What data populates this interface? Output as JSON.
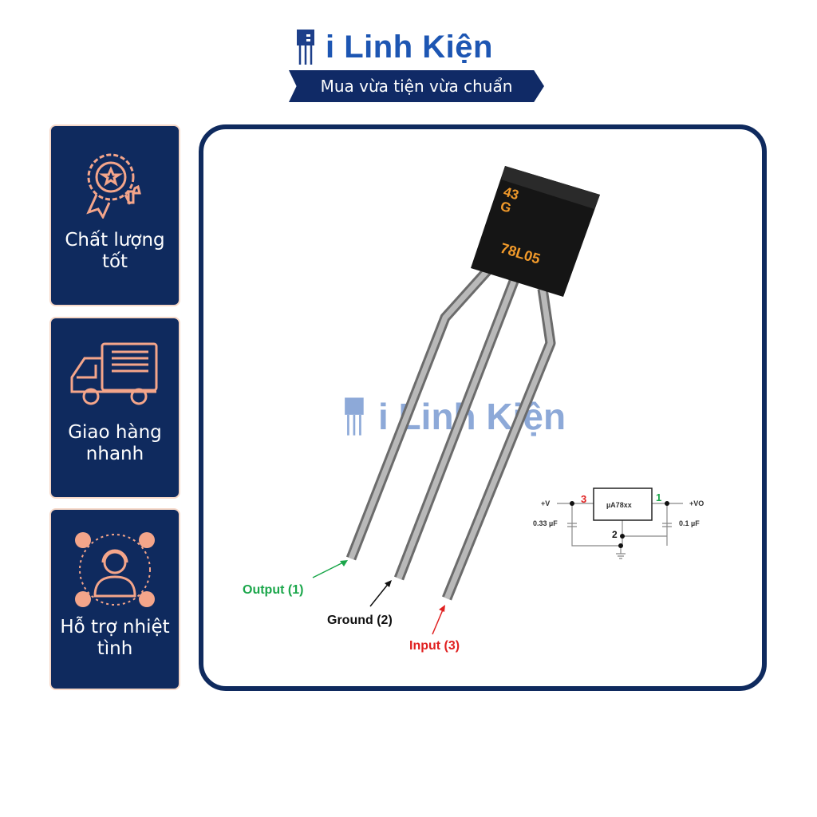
{
  "brand": {
    "name": "i Linh Kiện",
    "slogan": "Mua vừa tiện vừa chuẩn"
  },
  "features": [
    {
      "icon": "quality-badge-icon",
      "label": "Chất lượng tốt"
    },
    {
      "icon": "delivery-truck-icon",
      "label": "Giao hàng nhanh"
    },
    {
      "icon": "support-agent-icon",
      "label": "Hỗ trợ nhiệt tình"
    }
  ],
  "product": {
    "marking_top": "43\nG",
    "marking_part": "78L05",
    "pins": [
      {
        "label": "Output (1)",
        "color": "#1aa64a"
      },
      {
        "label": "Ground (2)",
        "color": "#111111"
      },
      {
        "label": "Input (3)",
        "color": "#e02020"
      }
    ],
    "schematic": {
      "ic": "µA78xx",
      "vin": "+V",
      "vout": "+VO",
      "cin": "0.33 µF",
      "cout": "0.1 µF",
      "pin_in": "3",
      "pin_out": "1",
      "pin_gnd": "2"
    }
  },
  "watermark": "i Linh Kiện"
}
